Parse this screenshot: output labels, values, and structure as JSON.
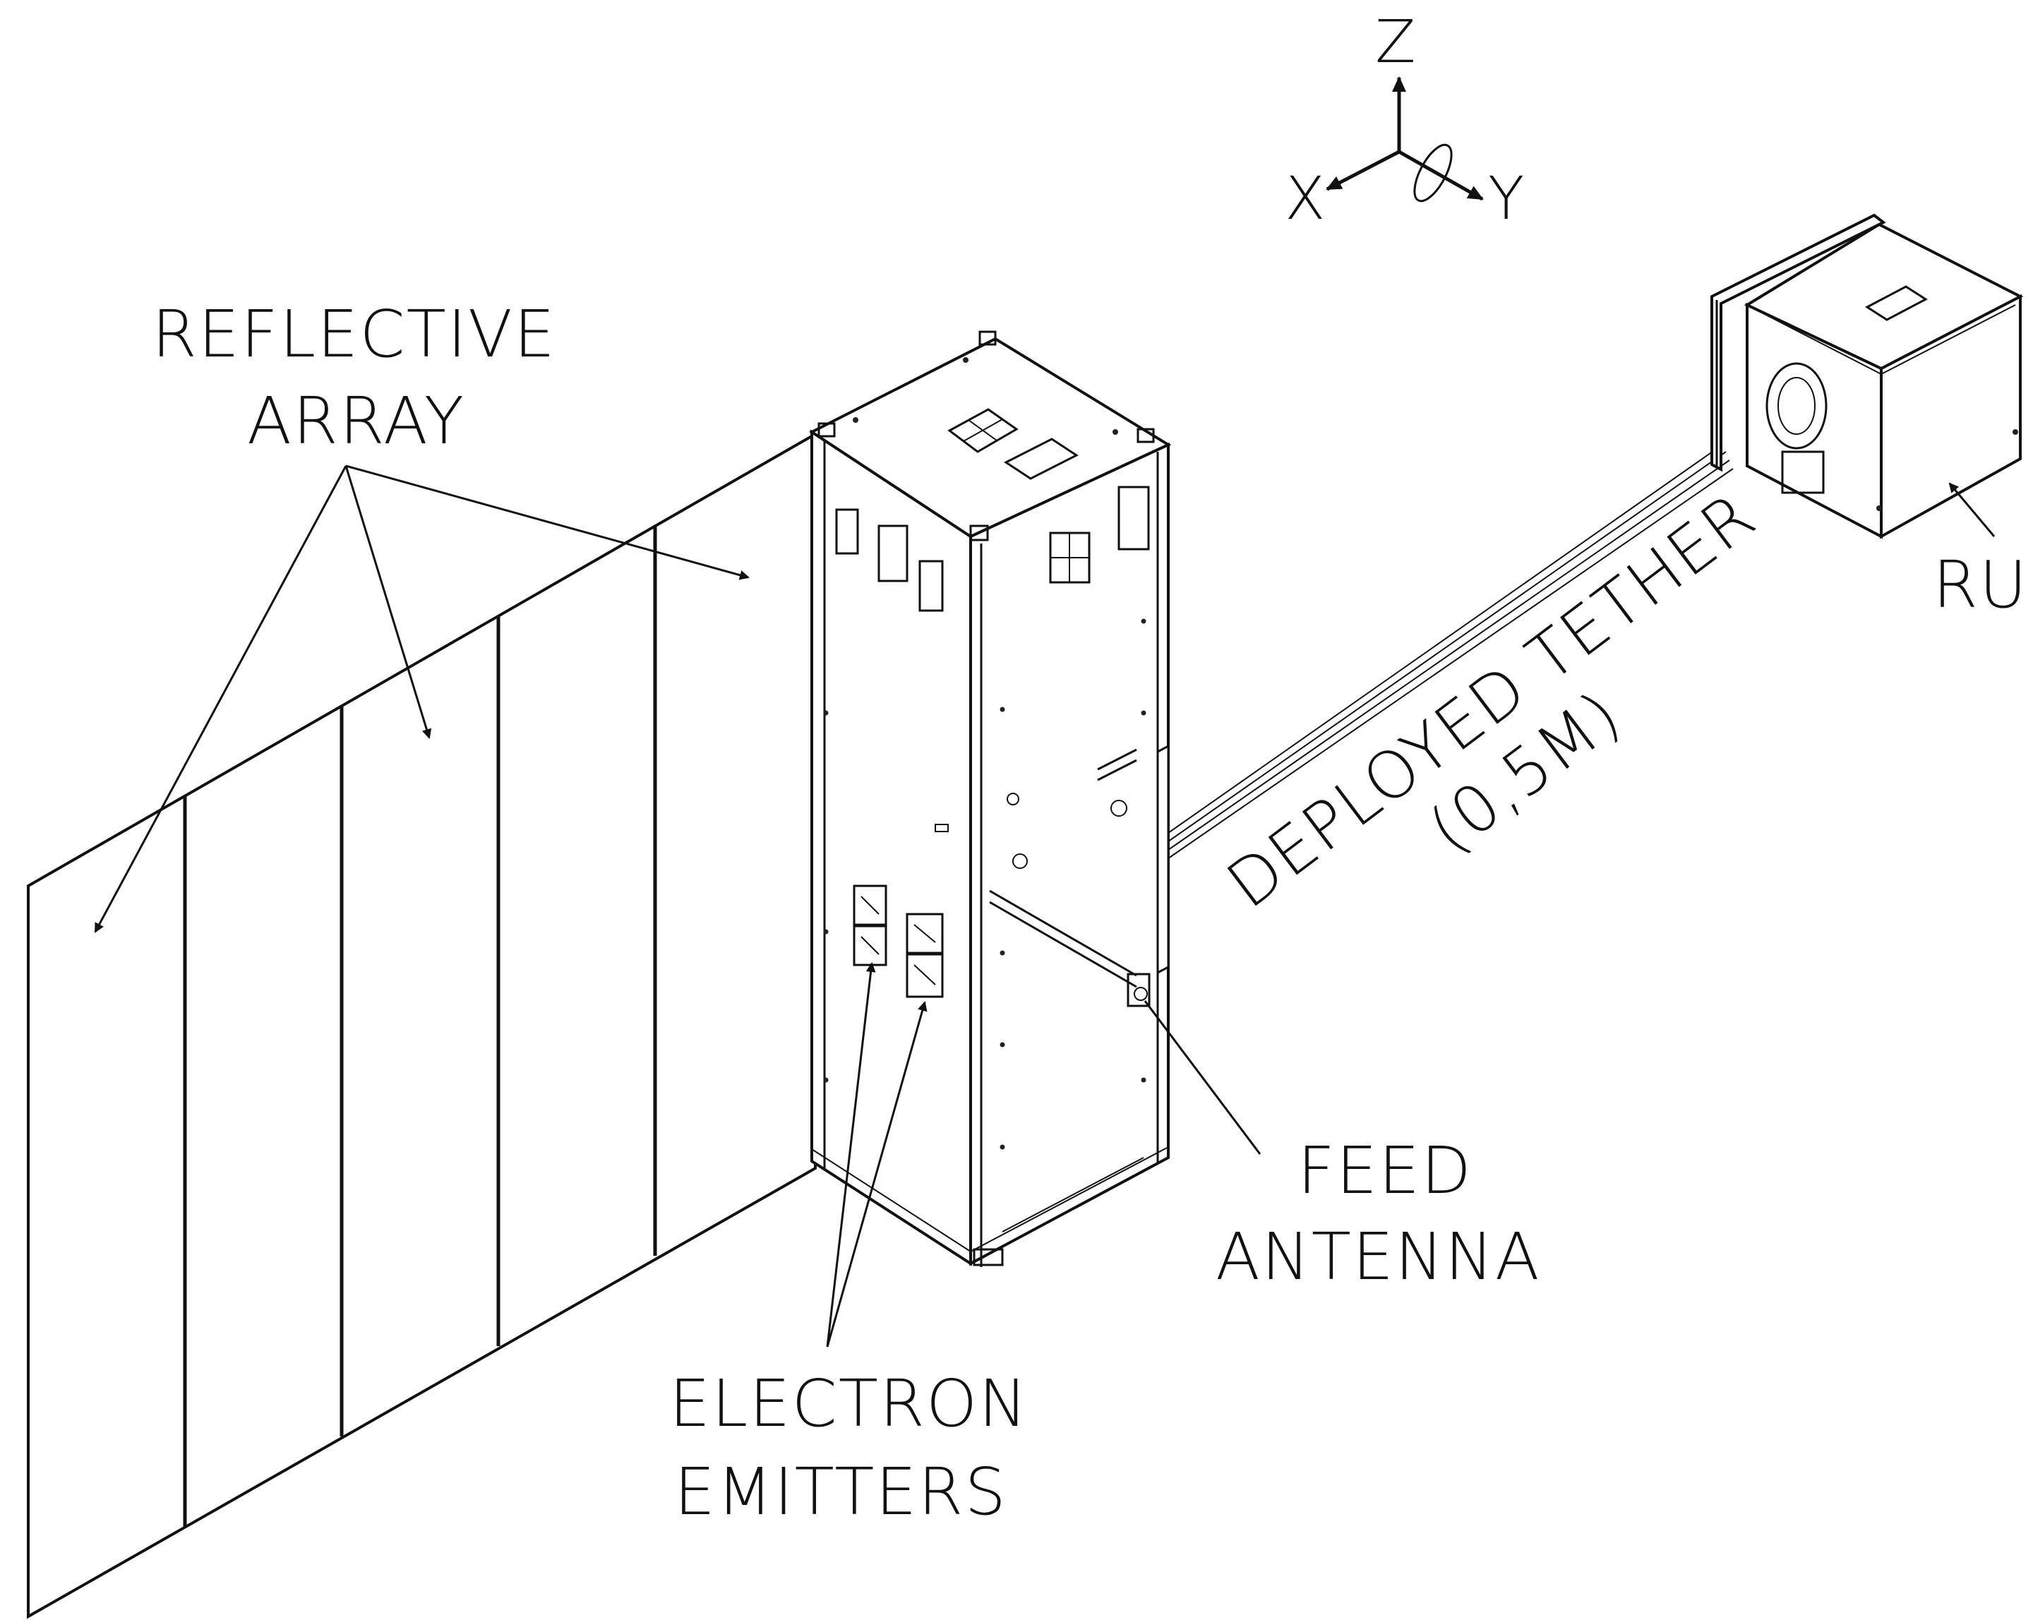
{
  "axes": {
    "z_label": "Z",
    "x_label": "X",
    "y_label": "Y"
  },
  "labels": {
    "reflective_array_line1": "REFLECTIVE",
    "reflective_array_line2": "ARRAY",
    "ru": "RU",
    "tether_line1": "DEPLOYED TETHER",
    "tether_line2": "(0,5M)",
    "feed_antenna_line1": "FEED",
    "feed_antenna_line2": "ANTENNA",
    "electron_emitters_line1": "ELECTRON",
    "electron_emitters_line2": "EMITTERS"
  },
  "colors": {
    "line": "#111111",
    "background": "#ffffff"
  }
}
